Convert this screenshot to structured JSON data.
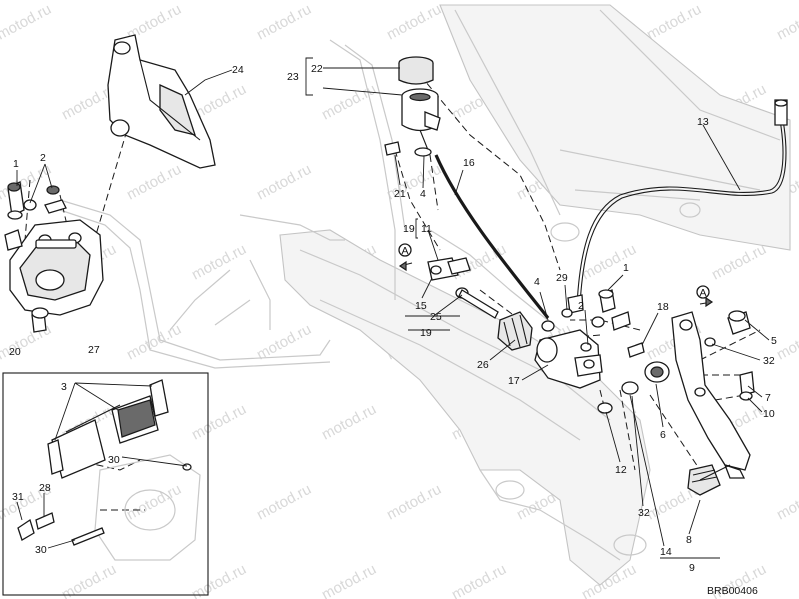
{
  "watermark": "motod.ru",
  "drawing_code": "BRB00406",
  "arrow_marker": "A",
  "callouts": {
    "c1a": "1",
    "c2a": "2",
    "c20": "20",
    "c27": "27",
    "c24": "24",
    "c22": "22",
    "c23": "23",
    "c21": "21",
    "c4a": "4",
    "c16": "16",
    "c13": "13",
    "c19a": "19",
    "c11": "11",
    "c15": "15",
    "c25": "25",
    "c19b": "19",
    "c26": "26",
    "c17": "17",
    "c4b": "4",
    "c29": "29",
    "c2b": "2",
    "c1b": "1",
    "c18": "18",
    "c5": "5",
    "c32a": "32",
    "c7": "7",
    "c10": "10",
    "c6": "6",
    "c12": "12",
    "c32b": "32",
    "c8": "8",
    "c14": "14",
    "c9": "9",
    "c3": "3",
    "c30a": "30",
    "c28": "28",
    "c31": "31",
    "c30b": "30"
  }
}
